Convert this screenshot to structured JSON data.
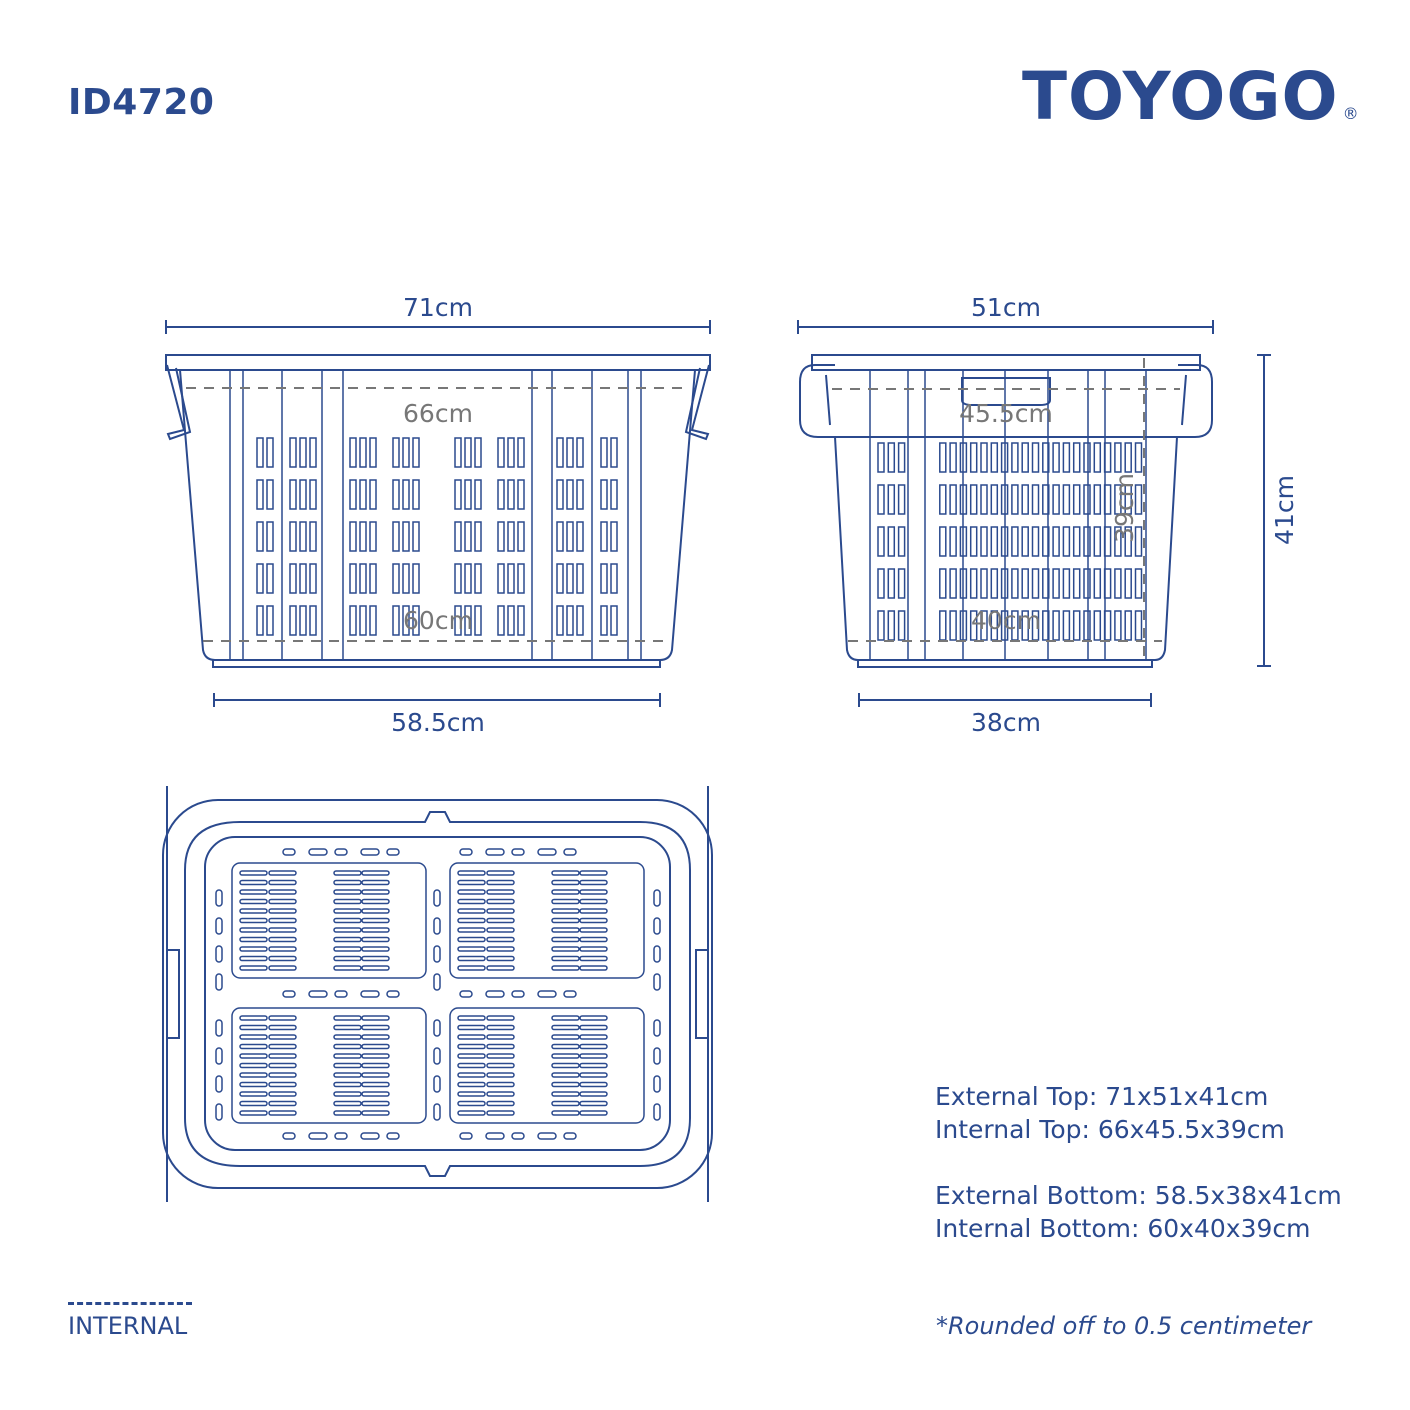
{
  "header": {
    "model_id": "ID4720",
    "brand": "TOYOGO",
    "registered_mark": "®"
  },
  "front_view": {
    "external_top": "71cm",
    "internal_top": "66cm",
    "internal_bottom": "60cm",
    "external_bottom": "58.5cm"
  },
  "side_view": {
    "external_top": "51cm",
    "internal_top": "45.5cm",
    "internal_height": "39cm",
    "internal_bottom": "40cm",
    "external_bottom": "38cm",
    "external_height": "41cm"
  },
  "specs": {
    "external_top": "External Top: 71x51x41cm",
    "internal_top": "Internal Top: 66x45.5x39cm",
    "external_bottom": "External Bottom: 58.5x38x41cm",
    "internal_bottom": "Internal Bottom: 60x40x39cm"
  },
  "note": "*Rounded off to 0.5 centimeter",
  "legend": {
    "label": "INTERNAL",
    "style": "dashed"
  },
  "colors": {
    "line": "#2b4a8e",
    "internal_dim": "#777777",
    "background": "#ffffff"
  }
}
